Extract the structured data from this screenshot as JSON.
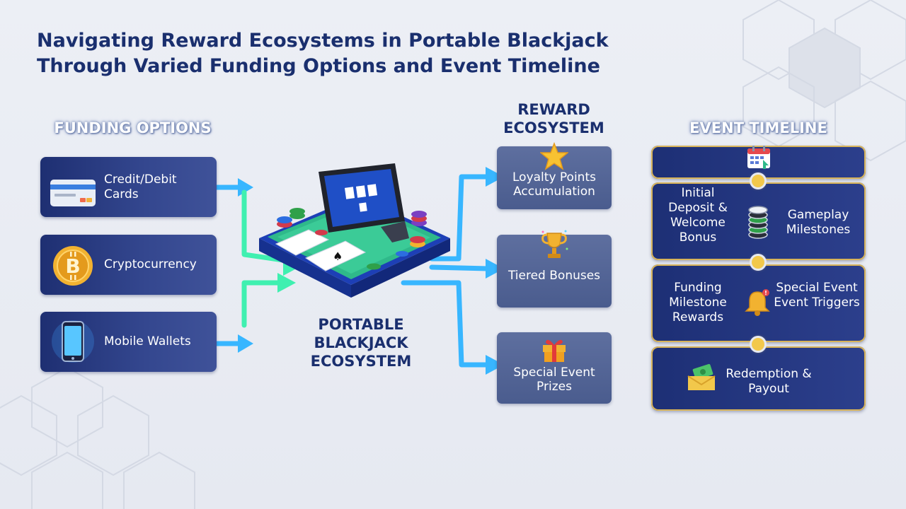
{
  "title": {
    "line1": "Navigating Reward Ecosystems in Portable Blackjack",
    "line2": "Through Varied Funding Options and Event Timeline"
  },
  "funding": {
    "heading": "FUNDING OPTIONS",
    "items": [
      {
        "label": "Credit/Debit Cards",
        "icon": "credit-card-icon"
      },
      {
        "label": "Cryptocurrency",
        "icon": "bitcoin-coin-icon"
      },
      {
        "label": "Mobile Wallets",
        "icon": "smartphone-icon"
      }
    ]
  },
  "hub": {
    "line1": "PORTABLE",
    "line2": "BLACKJACK",
    "line3": "ECOSYSTEM"
  },
  "reward": {
    "heading_line1": "REWARD",
    "heading_line2": "ECOSYSTEM",
    "items": [
      {
        "label": "Loyalty Points Accumulation",
        "icon": "star-icon"
      },
      {
        "label": "Tiered Bonuses",
        "icon": "trophy-icon"
      },
      {
        "label": "Special Event Prizes",
        "icon": "gift-icon"
      }
    ]
  },
  "timeline": {
    "heading": "EVENT TIMELINE",
    "top_icon": "calendar-icon",
    "step1_left": "Initial Deposit & Welcome Bonus",
    "step1_right": "Gameplay Milestones",
    "step1_icon": "chip-stack-icon",
    "step2_left": "Funding Milestone Rewards",
    "step2_right": "Special Event Event Triggers",
    "step2_icon": "bell-icon",
    "step3": "Redemption & Payout",
    "step3_icon": "money-envelope-icon"
  },
  "colors": {
    "navy": "#1a2f6e",
    "card_blue": "#2a3d86",
    "arrow_blue": "#38b6ff",
    "arrow_green": "#3ff0b0",
    "gold": "#f2c84b"
  }
}
